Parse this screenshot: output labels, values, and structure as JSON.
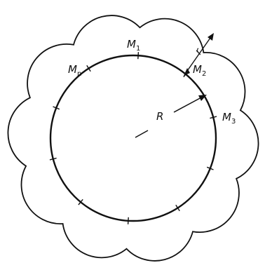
{
  "diagram": {
    "labels": {
      "m1": "M",
      "m1_sub": "1",
      "m2": "M",
      "m2_sub": "2",
      "m3": "M",
      "m3_sub": "3",
      "mn": "M",
      "mn_sub": "n",
      "big_radius": "R",
      "small_radius": "r"
    },
    "colors": {
      "ink": "#111111",
      "background": "#ffffff"
    }
  }
}
